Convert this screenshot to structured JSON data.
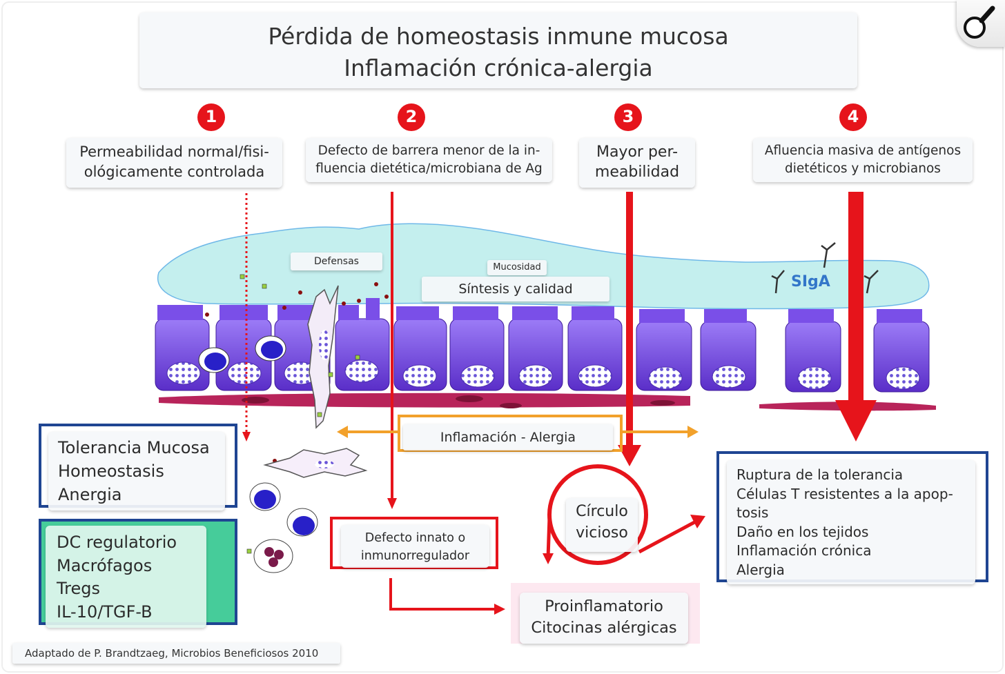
{
  "title": {
    "line1": "Pérdida de homeostasis inmune mucosa",
    "line2": "Inflamación crónica-alergia"
  },
  "steps": [
    {
      "number": "1",
      "text": "Permeabilidad normal/fisi-\nológicamente controlada"
    },
    {
      "number": "2",
      "text": "Defecto de barrera menor de la in-\nfluencia dietética/microbiana de Ag"
    },
    {
      "number": "3",
      "text": "Mayor per-\nmeabilidad"
    },
    {
      "number": "4",
      "text": "Afluencia masiva de antígenos\ndietéticos y microbianos"
    }
  ],
  "labels": {
    "defensas": "Defensas",
    "mucosidad": "Mucosidad",
    "sintesis": "Síntesis y calidad",
    "siga": "SIgA",
    "inflamacion": "Inflamación - Alergia",
    "circulo": "Círculo\nvicioso",
    "defecto_innato": "Defecto innato o\ninmunorregulador",
    "proinflamatorio": "Proinflamatorio\nCitocinas alérgicas"
  },
  "tolerancia": "Tolerancia Mucosa\nHomeostasis\nAnergia",
  "regulatorio": "DC regulatorio\nMacrófagos\nTregs\nIL-10/TGF-B",
  "ruptura": "Ruptura de la tolerancia\nCélulas T resistentes a la apop-\ntosis\nDaño en los tejidos\nInflamación crónica\nAlergia",
  "credit": "Adaptado de P. Brandtzaeg, Microbios Beneficiosos 2010",
  "colors": {
    "red": "#e6141b",
    "cell_purple": "#7a4fe8",
    "mucus": "#c4efee",
    "blue_border": "#1f4592",
    "green": "#46cc9a",
    "orange": "#f2a12b"
  },
  "icons": {
    "magnifier": "magnifier-icon"
  }
}
